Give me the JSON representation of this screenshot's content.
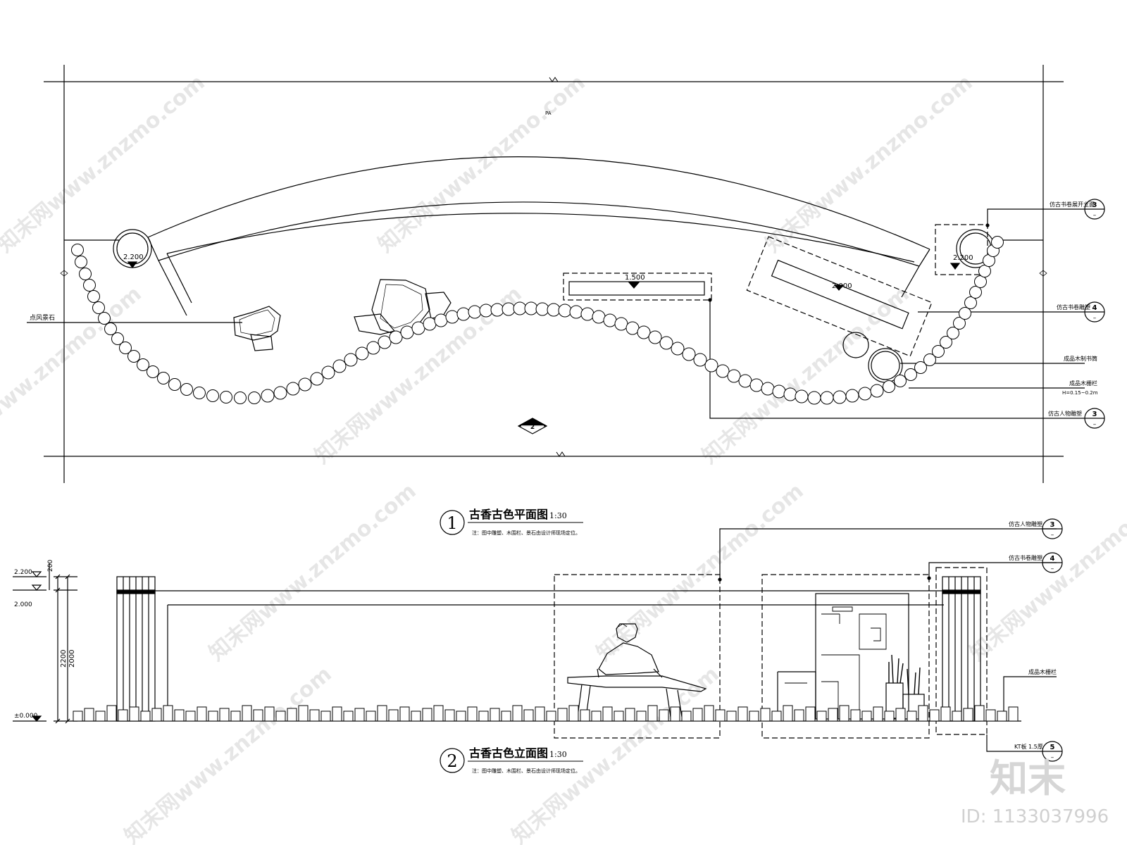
{
  "plan": {
    "north_mark": "PA",
    "elevations": [
      "2.200",
      "2.200",
      "1.500",
      "2.000"
    ],
    "left_callout": "点风景石",
    "callouts": [
      {
        "text": "仿古书卷展开立面",
        "num": "3",
        "sub": "–"
      },
      {
        "text": "仿古书卷雕塑",
        "num": "4",
        "sub": "–"
      },
      {
        "text": "成品木制书筒",
        "num": "",
        "sub": ""
      },
      {
        "text": "成品木栅栏",
        "num": "",
        "sub": ""
      },
      {
        "text": "H=0.15~0.2m",
        "num": "",
        "sub": ""
      },
      {
        "text": "仿古人物雕塑",
        "num": "3",
        "sub": "–"
      }
    ],
    "section_mark": "2",
    "title_num": "1",
    "title": "古香古色平面图",
    "scale": "1:30",
    "note": "注：图中雕塑、木围栏、景石由设计师现场定位。"
  },
  "elevation": {
    "callouts": [
      {
        "text": "仿古人物雕塑",
        "num": "3",
        "sub": "–"
      },
      {
        "text": "仿古书卷雕塑",
        "num": "4",
        "sub": "–"
      },
      {
        "text": "成品木栅栏",
        "num": "",
        "sub": ""
      },
      {
        "text": "KT板 1.5厚",
        "num": "5",
        "sub": "–"
      }
    ],
    "levels": [
      "2.200",
      "2.000",
      "±0.000"
    ],
    "dims": [
      "200",
      "2200",
      "2000"
    ],
    "title_num": "2",
    "title": "古香古色立面图",
    "scale": "1:30",
    "note": "注：图中雕塑、木围栏、景石由设计师现场定位。"
  },
  "brand": {
    "logo": "知末",
    "id": "ID: 1133037996",
    "watermark": "知末网www.znzmo.com"
  }
}
